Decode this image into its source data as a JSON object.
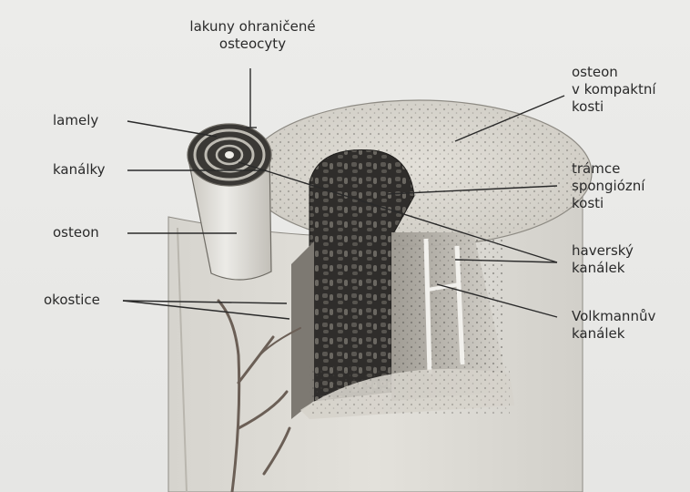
{
  "labels": {
    "lakuny": [
      "lakuny ohraničené",
      "osteocyty"
    ],
    "lamely": "lamely",
    "kanalky": "kanálky",
    "osteon_left": "osteon",
    "okostice": "okostice",
    "osteon_right": [
      "osteon",
      "v kompaktní",
      "kosti"
    ],
    "tramce": [
      "trámce",
      "spongiózní",
      "kosti"
    ],
    "haversky": [
      "haverský",
      "kanálek"
    ],
    "volkmann": [
      "Volkmannův",
      "kanálek"
    ]
  },
  "colors": {
    "background": "#e9e9e7",
    "bone_light": "#e4e2dc",
    "bone_mid": "#c9c6bd",
    "spongy": "#3d3b38",
    "vessel": "#6b5f56",
    "leader_line": "#2a2a2a"
  }
}
